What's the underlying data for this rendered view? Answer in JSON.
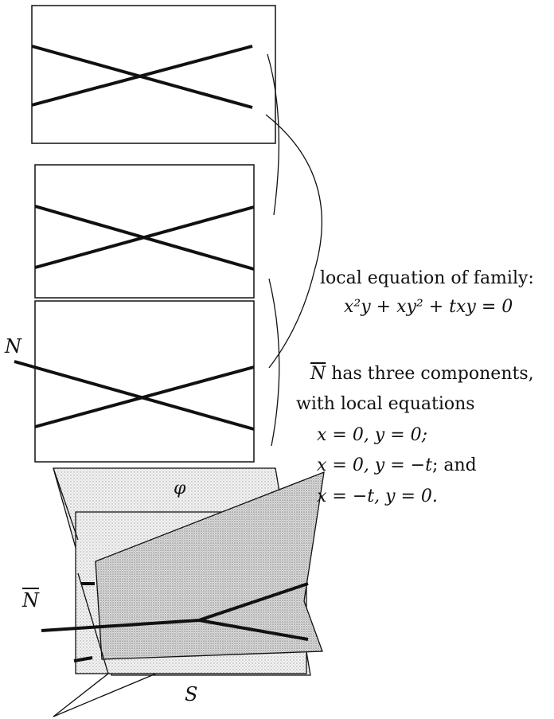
{
  "caption": {
    "title": "local equation of family:",
    "equation": "x²y + xy² + txy = 0",
    "components_prefix": "N",
    "components_text": " has three components,",
    "with_text": "with local equations",
    "eq1": "x = 0,  y = 0;",
    "eq2_math": "x = 0,  y = −t",
    "eq2_suffix": "; and",
    "eq3": "x = −t,  y = 0."
  },
  "labels": {
    "N": "N",
    "phi": "φ",
    "Nbar": "N",
    "S": "S"
  },
  "colors": {
    "ink": "#111111",
    "sheet_fill": "#dcdcdc",
    "sheet_fill_light": "#eeeeee",
    "background": "#ffffff"
  }
}
